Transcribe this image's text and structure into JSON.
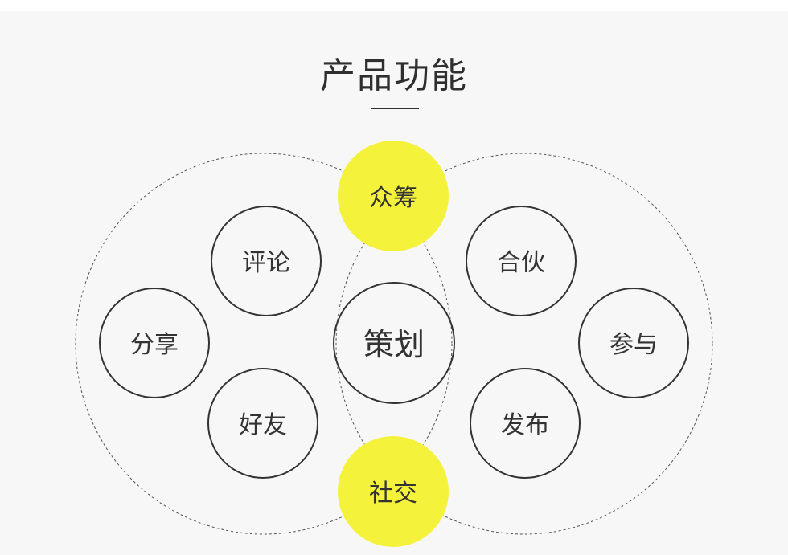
{
  "title": "产品功能",
  "colors": {
    "background": "#f7f7f7",
    "highlight": "#f5f23c",
    "stroke": "#333333",
    "dashed": "#555555"
  },
  "center_node": "策划",
  "top_node": "众筹",
  "bottom_node": "社交",
  "left_group": {
    "nodes": [
      "评论",
      "分享",
      "好友"
    ]
  },
  "right_group": {
    "nodes": [
      "合伙",
      "参与",
      "发布"
    ]
  }
}
